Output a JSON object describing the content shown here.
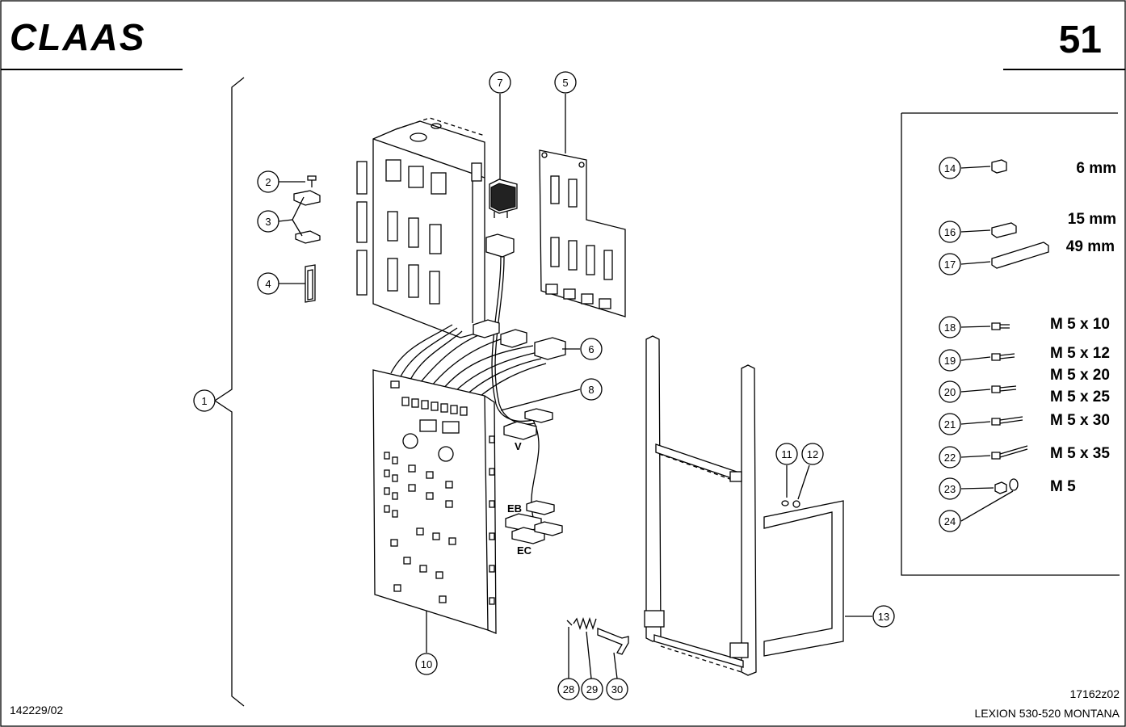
{
  "header": {
    "brand": "CLAAS",
    "page_number": "51"
  },
  "callouts": [
    {
      "id": "c1",
      "label": "1"
    },
    {
      "id": "c2",
      "label": "2"
    },
    {
      "id": "c3",
      "label": "3"
    },
    {
      "id": "c4",
      "label": "4"
    },
    {
      "id": "c5",
      "label": "5"
    },
    {
      "id": "c6",
      "label": "6"
    },
    {
      "id": "c7",
      "label": "7"
    },
    {
      "id": "c8",
      "label": "8"
    },
    {
      "id": "c10",
      "label": "10"
    },
    {
      "id": "c11",
      "label": "11"
    },
    {
      "id": "c12",
      "label": "12"
    },
    {
      "id": "c13",
      "label": "13"
    },
    {
      "id": "c14",
      "label": "14"
    },
    {
      "id": "c16",
      "label": "16"
    },
    {
      "id": "c17",
      "label": "17"
    },
    {
      "id": "c18",
      "label": "18"
    },
    {
      "id": "c19",
      "label": "19"
    },
    {
      "id": "c20",
      "label": "20"
    },
    {
      "id": "c21",
      "label": "21"
    },
    {
      "id": "c22",
      "label": "22"
    },
    {
      "id": "c23",
      "label": "23"
    },
    {
      "id": "c24",
      "label": "24"
    },
    {
      "id": "c28",
      "label": "28"
    },
    {
      "id": "c29",
      "label": "29"
    },
    {
      "id": "c30",
      "label": "30"
    }
  ],
  "connector_labels": {
    "v": "V",
    "eb": "EB",
    "ec": "EC"
  },
  "specs": {
    "s14": "6 mm",
    "s16": "15 mm",
    "s17": "49 mm",
    "s18": "M 5 x 10",
    "s19": "M 5 x 12",
    "s19b": "M 5 x 20",
    "s20": "M 5 x 25",
    "s21": "M 5 x 30",
    "s22": "M 5 x 35",
    "s23": "M 5"
  },
  "footer": {
    "doc_number": "142229/02",
    "drawing_number": "17162z02",
    "model": "LEXION 530-520 MONTANA"
  }
}
